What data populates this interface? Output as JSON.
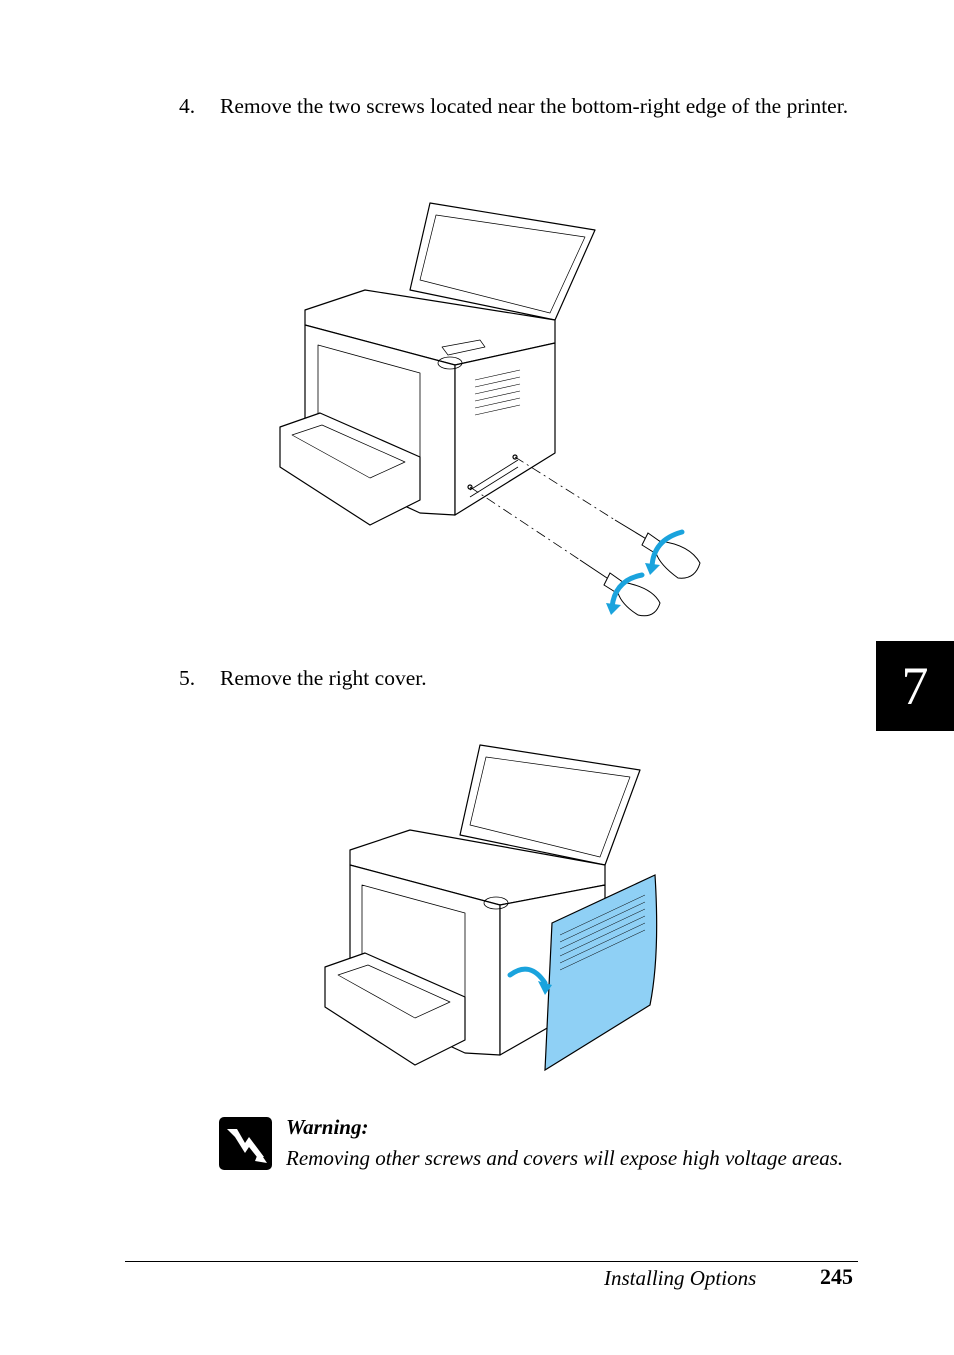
{
  "steps": [
    {
      "number": "4.",
      "text": "Remove the two screws located near the bottom-right edge of the printer."
    },
    {
      "number": "5.",
      "text": "Remove the right cover."
    }
  ],
  "chapter_tab": "7",
  "warning": {
    "title": "Warning:",
    "body": "Removing other screws and covers will expose high voltage areas."
  },
  "footer": {
    "section": "Installing Options",
    "page_number": "245"
  },
  "colors": {
    "accent_blue": "#1aa3dd",
    "cover_blue": "#8fd0f5"
  }
}
